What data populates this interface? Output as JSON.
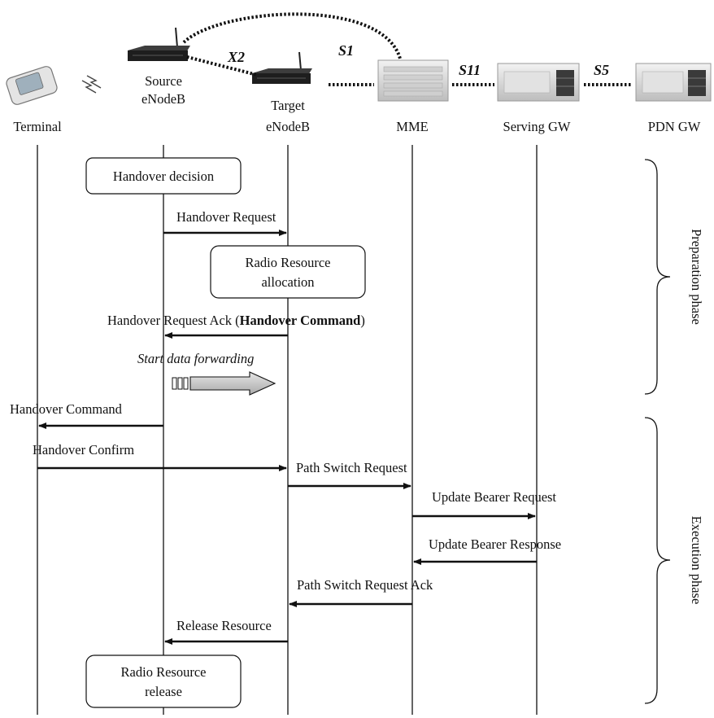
{
  "interfaces": {
    "x2": "X2",
    "s1": "S1",
    "s11": "S11",
    "s5": "S5"
  },
  "entities": {
    "terminal": "Terminal",
    "source_line1": "Source",
    "source_line2": "eNodeB",
    "target_line1": "Target",
    "target_line2": "eNodeB",
    "mme": "MME",
    "sgw": "Serving GW",
    "pgw": "PDN GW"
  },
  "boxes": {
    "handover_decision": "Handover decision",
    "rr_alloc_line1": "Radio Resource",
    "rr_alloc_line2": "allocation",
    "rr_release_line1": "Radio Resource",
    "rr_release_line2": "release"
  },
  "messages": {
    "handover_request": "Handover Request",
    "handover_request_ack_pre": "Handover Request Ack (",
    "handover_request_ack_bold": "Handover Command",
    "handover_request_ack_post": ")",
    "start_data_forwarding": "Start data forwarding",
    "handover_command": "Handover Command",
    "handover_confirm": "Handover Confirm",
    "path_switch_request": "Path Switch Request",
    "update_bearer_request": "Update Bearer Request",
    "update_bearer_response": "Update Bearer Response",
    "path_switch_request_ack": "Path Switch Request Ack",
    "release_resource": "Release Resource"
  },
  "phases": {
    "preparation": "Preparation phase",
    "execution": "Execution phase"
  }
}
